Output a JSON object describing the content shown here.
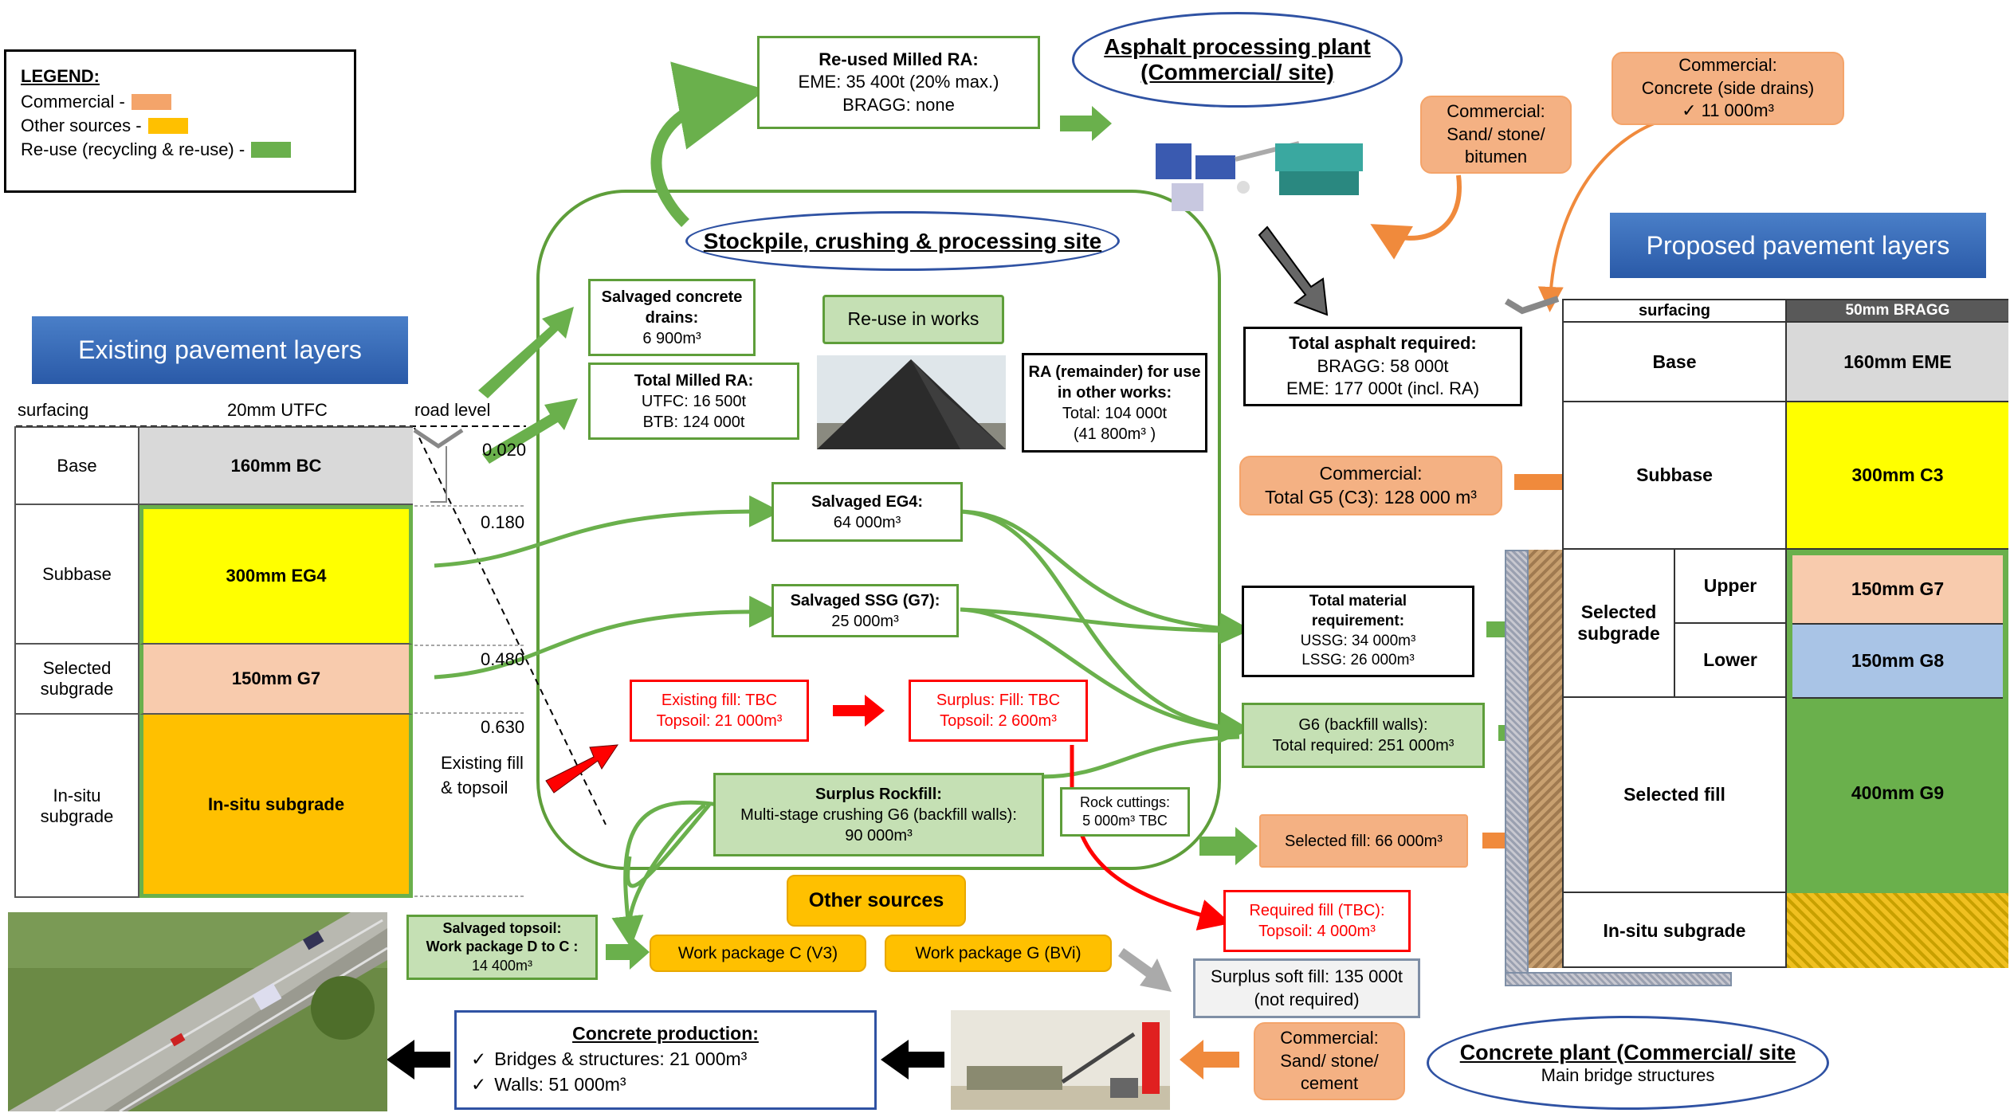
{
  "legend": {
    "title": "LEGEND:",
    "items": [
      {
        "label": "Commercial -",
        "color": "#f4a46a"
      },
      {
        "label": "Other sources -",
        "color": "#ffc000"
      },
      {
        "label": "Re-use (recycling & re-use) -",
        "color": "#6ab04c"
      }
    ]
  },
  "existing": {
    "header": "Existing pavement layers",
    "surfacing_label": "surfacing",
    "surfacing_value": "20mm UTFC",
    "road_level": "road level",
    "rows": [
      {
        "label": "Base",
        "value": "160mm BC",
        "color": "#d9d9d9"
      },
      {
        "label": "Subbase",
        "value": "300mm EG4",
        "color": "#ffff00"
      },
      {
        "label": "Selected subgrade",
        "value": "150mm G7",
        "color": "#f8cbad"
      },
      {
        "label": "In-situ subgrade",
        "value": "In-situ subgrade",
        "color": "#ffc000"
      }
    ],
    "depths": [
      "0.020",
      "0.180",
      "0.480",
      "0.630"
    ],
    "fill_label": "Existing fill & topsoil"
  },
  "reused_milled": {
    "title": "Re-used Milled RA:",
    "line1": "EME: 35 400t (20% max.)",
    "line2": "BRAGG: none"
  },
  "asphalt_plant": {
    "line1": "Asphalt processing plant",
    "line2": "(Commercial/ site)"
  },
  "stockpile": {
    "title": "Stockpile, crushing & processing site"
  },
  "salvaged_drains": {
    "title": "Salvaged concrete drains:",
    "value": "6 900m³"
  },
  "total_milled": {
    "title": "Total Milled RA:",
    "line1": "UTFC: 16 500t",
    "line2": "BTB: 124 000t"
  },
  "reuse_works": "Re-use in works",
  "ra_remainder": {
    "title": "RA (remainder) for use in other works:",
    "line1": "Total: 104 000t",
    "line2": "(41 800m³ )"
  },
  "salvaged_eg4": {
    "title": "Salvaged EG4:",
    "value": "64 000m³"
  },
  "salvaged_ssg": {
    "title": "Salvaged SSG (G7):",
    "value": "25 000m³"
  },
  "existing_fill": {
    "line1": "Existing fill: TBC",
    "line2": "Topsoil: 21 000m³"
  },
  "surplus_fill": {
    "line1": "Surplus: Fill: TBC",
    "line2": "Topsoil: 2 600m³"
  },
  "surplus_rockfill": {
    "title": "Surplus Rockfill:",
    "line1": "Multi-stage crushing G6 (backfill walls):",
    "line2": "90 000m³"
  },
  "rock_cuttings": {
    "line1": "Rock cuttings:",
    "line2": "5 000m³ TBC"
  },
  "other_sources": "Other sources",
  "salvaged_topsoil": {
    "line1": "Salvaged topsoil:",
    "line2": "Work package D to C :",
    "line3": "14 400m³"
  },
  "work_package_c": "Work package C (V3)",
  "work_package_g": "Work package G (BVi)",
  "commercial_sand_bitumen": {
    "line1": "Commercial:",
    "line2": "Sand/ stone/",
    "line3": "bitumen"
  },
  "commercial_concrete": {
    "line1": "Commercial:",
    "line2": "Concrete (side drains)",
    "line3": "✓  11 000m³"
  },
  "total_asphalt": {
    "title": "Total asphalt required:",
    "line1": "BRAGG: 58 000t",
    "line2": "EME: 177 000t (incl. RA)"
  },
  "commercial_g5": {
    "line1": "Commercial:",
    "line2": "Total G5 (C3): 128 000 m³"
  },
  "total_material": {
    "line1": "Total material",
    "line2": "requirement:",
    "line3": "USSG: 34 000m³",
    "line4": "LSSG: 26 000m³"
  },
  "g6_backfill": {
    "line1": "G6 (backfill walls):",
    "line2": "Total required: 251 000m³"
  },
  "selected_fill": "Selected fill: 66 000m³",
  "required_fill": {
    "line1": "Required fill (TBC):",
    "line2": "Topsoil: 4 000m³"
  },
  "surplus_soft": {
    "line1": "Surplus soft fill: 135 000t",
    "line2": "(not required)"
  },
  "concrete_production": {
    "title": "Concrete production:",
    "line1": "Bridges & structures: 21 000m³",
    "line2": "Walls: 51 000m³"
  },
  "commercial_cement": {
    "line1": "Commercial:",
    "line2": "Sand/ stone/",
    "line3": "cement"
  },
  "concrete_plant": {
    "line1": "Concrete plant (Commercial/ site",
    "line2": "Main bridge structures"
  },
  "proposed": {
    "header": "Proposed pavement layers",
    "surfacing_label": "surfacing",
    "surfacing_value": "50mm BRAGG",
    "base_label": "Base",
    "base_value": "160mm EME",
    "subbase_label": "Subbase",
    "subbase_value": "300mm C3",
    "selected_subgrade_label": "Selected subgrade",
    "upper_label": "Upper",
    "upper_value": "150mm G7",
    "lower_label": "Lower",
    "lower_value": "150mm G8",
    "selected_fill_label": "Selected fill",
    "selected_fill_value": "400mm G9",
    "insitu_label": "In-situ subgrade"
  }
}
